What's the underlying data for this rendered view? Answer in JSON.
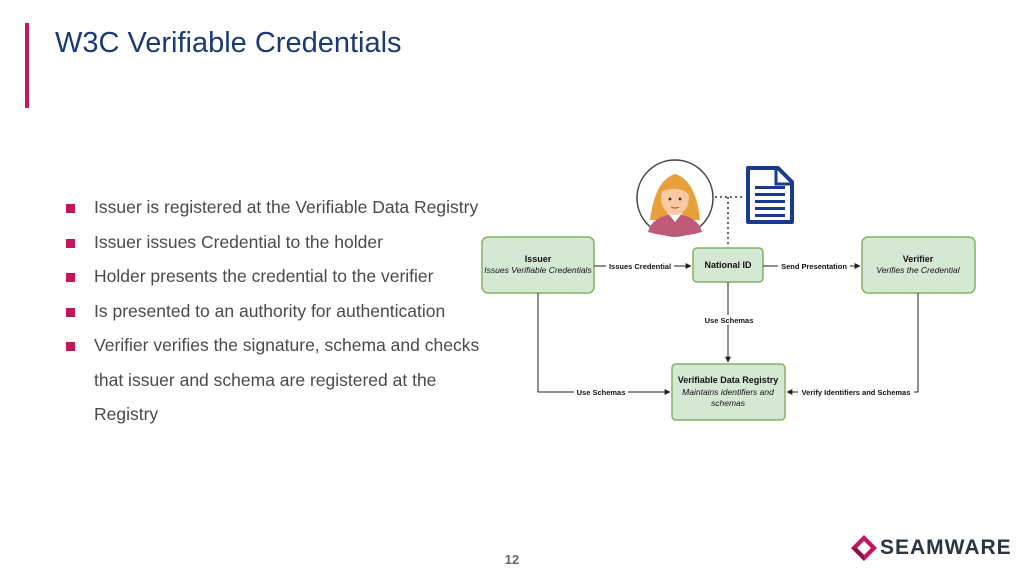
{
  "slide": {
    "title": "W3C Verifiable Credentials",
    "page_number": "12"
  },
  "bullets": [
    "Issuer is registered at the Verifiable Data Registry",
    "Issuer issues Credential to the holder",
    "Holder presents the credential to the verifier",
    "Is presented to an authority for authentication",
    "Verifier verifies the signature, schema and checks that issuer and schema are registered at the Registry"
  ],
  "diagram": {
    "nodes": {
      "issuer": {
        "title": "Issuer",
        "subtitle": "Issues Verifiable Credentials"
      },
      "national_id": {
        "title": "National ID"
      },
      "verifier": {
        "title": "Verifier",
        "subtitle": "Verifies the Credential"
      },
      "registry": {
        "title": "Verifiable Data Registry",
        "subtitle_line1": "Maintains identifiers and",
        "subtitle_line2": "schemas"
      }
    },
    "edges": {
      "issues_credential": "Issues Credential",
      "send_presentation": "Send Presentation",
      "use_schemas_center": "Use Schemas",
      "use_schemas_left": "Use Schemas",
      "verify_identifiers": "Verify Identifiers and Schemas"
    },
    "icons": [
      "holder-avatar-icon",
      "document-icon"
    ],
    "colors": {
      "node_fill": "#d5e8d4",
      "node_stroke": "#82b366",
      "doc_icon": "#1a3a8c"
    }
  },
  "brand": {
    "logo_text": "SEAMWARE",
    "colors": {
      "accent": "#c2185b",
      "title": "#1b3a73"
    }
  }
}
